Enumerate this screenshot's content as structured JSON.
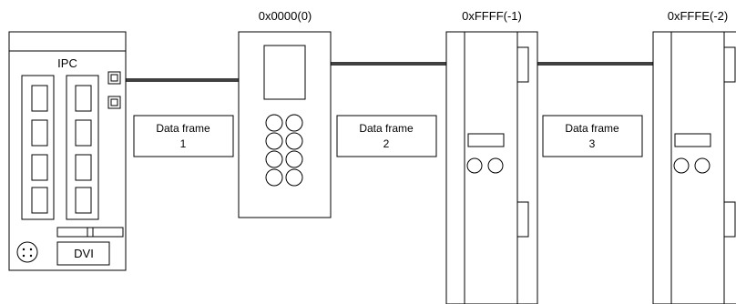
{
  "ipc": {
    "label": "IPC",
    "dvi_label": "DVI"
  },
  "addresses": {
    "coupler": "0x0000(0)",
    "device_1": "0xFFFF(-1)",
    "device_2": "0xFFFE(-2)"
  },
  "frames": [
    {
      "label": "Data frame",
      "number": "1"
    },
    {
      "label": "Data frame",
      "number": "2"
    },
    {
      "label": "Data frame",
      "number": "3"
    }
  ],
  "colors": {
    "line": "#000000",
    "cable": "#404040",
    "background": "#ffffff"
  }
}
